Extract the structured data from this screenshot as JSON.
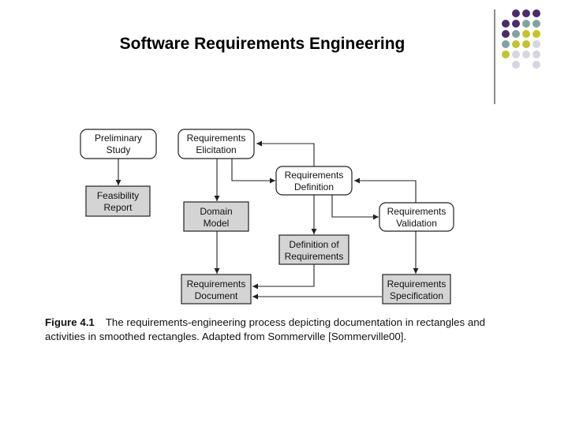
{
  "title": "Software Requirements Engineering",
  "decoration": {
    "dot_colors": {
      "purple": "#4a2c6b",
      "teal": "#7fa3a3",
      "lime": "#c2c42a",
      "gray": "#d6d6e0"
    },
    "divider_color": "#8a8a8a"
  },
  "diagram": {
    "colors": {
      "activity_fill": "#ffffff",
      "document_fill": "#d4d4d4",
      "stroke": "#222222"
    },
    "activities": {
      "preliminary_study": [
        "Preliminary",
        "Study"
      ],
      "elicitation": [
        "Requirements",
        "Elicitation"
      ],
      "definition": [
        "Requirements",
        "Definition"
      ],
      "validation": [
        "Requirements",
        "Validation"
      ]
    },
    "documents": {
      "feasibility_report": [
        "Feasibility",
        "Report"
      ],
      "domain_model": [
        "Domain",
        "Model"
      ],
      "definition_of_requirements": [
        "Definition of",
        "Requirements"
      ],
      "requirements_document": [
        "Requirements",
        "Document"
      ],
      "requirements_specification": [
        "Requirements",
        "Specification"
      ]
    }
  },
  "caption": {
    "label": "Figure 4.1",
    "text": "The requirements-engineering process depicting documentation in rectangles and activities in smoothed rectangles. Adapted from Sommerville [Sommerville00]."
  }
}
